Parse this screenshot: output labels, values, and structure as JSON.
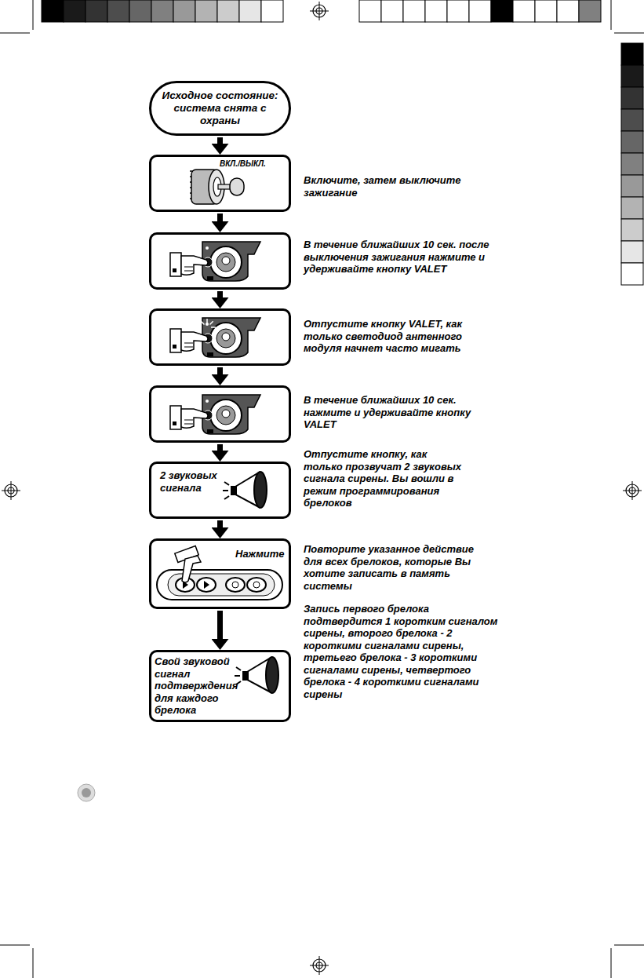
{
  "diagram": {
    "nodes": [
      {
        "text": [
          "Исходное состояние: система снята с охраны"
        ]
      },
      {
        "text": [
          "ВКЛ./ВЫКЛ.",
          "Включите, затем выключите зажигание"
        ]
      },
      {
        "text": [
          "В течение ближайших 10 сек. после выключения зажигания нажмите и удерживайте кнопку VALET"
        ]
      },
      {
        "text": [
          "Отпустите кнопку VALET, как только светодиод антенного модуля начнет часто мигать"
        ]
      },
      {
        "text": [
          "В течение ближайших 10 сек. нажмите и удерживайте кнопку VALET"
        ]
      },
      {
        "text": [
          "2 звуковых сигнала",
          "Отпустите кнопку, как только прозвучат 2 звуковых сигнала сирены. Вы вошли в режим программирования брелоков"
        ]
      },
      {
        "text": [
          "Нажмите",
          "Повторите указанное действие для всех брелоков, которые Вы хотите записать в память системы"
        ]
      },
      {
        "text": [
          "Свой звуковой сигнал подтверждения для каждого брелока",
          "Запись первого брелока подтвердится 1 коротким сигналом сирены, второго брелока - 2 короткими сигналами сирены, третьего брелока - 3 короткими сигналами сирены, четвертого брелока - 4 короткими сигналами сирены"
        ]
      }
    ],
    "edges": [
      {
        "from": 0,
        "to": 1,
        "arrow": "to"
      },
      {
        "from": 1,
        "to": 2,
        "arrow": "to"
      },
      {
        "from": 2,
        "to": 3,
        "arrow": "to"
      },
      {
        "from": 3,
        "to": 4,
        "arrow": "to"
      },
      {
        "from": 4,
        "to": 5,
        "arrow": "to"
      },
      {
        "from": 5,
        "to": 6,
        "arrow": "to"
      },
      {
        "from": 6,
        "to": 7,
        "arrow": "to"
      }
    ]
  }
}
